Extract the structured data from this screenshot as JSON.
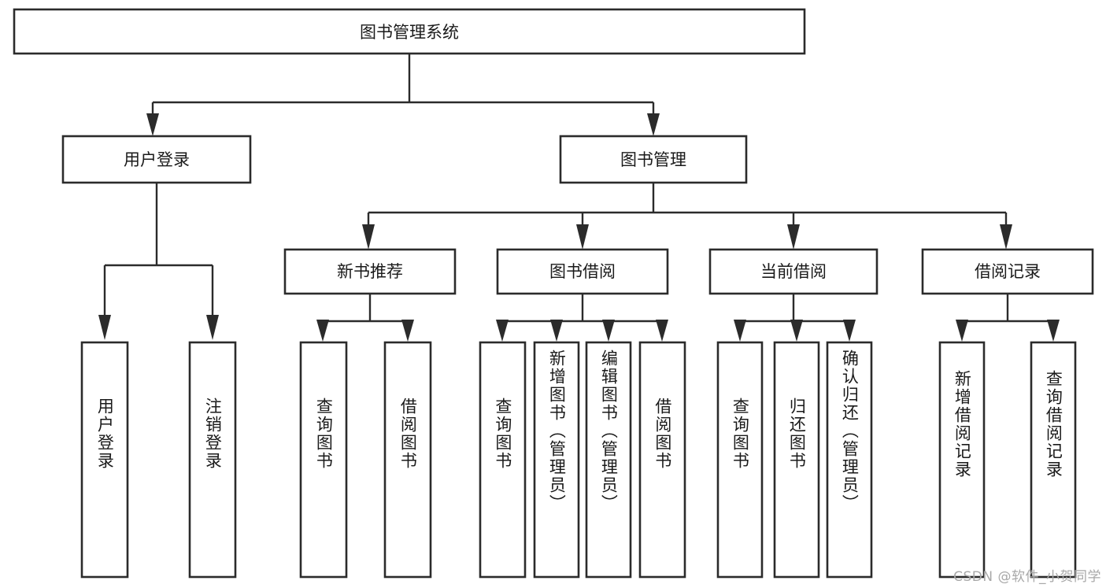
{
  "diagram": {
    "type": "tree-hierarchy",
    "title": "图书管理系统",
    "watermark": "CSDN @软件_小贺同学",
    "colors": {
      "box_stroke": "#2b2b2b",
      "box_fill": "#ffffff",
      "text": "#1a1a1a",
      "connector": "#2b2b2b",
      "background": "#ffffff",
      "watermark": "#a8a8a8"
    },
    "levels": {
      "root": {
        "label": "图书管理系统"
      },
      "level2": [
        {
          "label": "用户登录"
        },
        {
          "label": "图书管理"
        }
      ],
      "level3": [
        {
          "label": "新书推荐"
        },
        {
          "label": "图书借阅"
        },
        {
          "label": "当前借阅"
        },
        {
          "label": "借阅记录"
        }
      ]
    },
    "leaves": {
      "user_login": [
        {
          "label": "用户登录"
        },
        {
          "label": "注销登录"
        }
      ],
      "new_book_recommend": [
        {
          "label": "查询图书"
        },
        {
          "label": "借阅图书"
        }
      ],
      "book_borrow": [
        {
          "label": "查询图书"
        },
        {
          "label": "新增图书（管理员）"
        },
        {
          "label": "编辑图书（管理员）"
        },
        {
          "label": "借阅图书"
        }
      ],
      "current_borrow": [
        {
          "label": "查询图书"
        },
        {
          "label": "归还图书"
        },
        {
          "label": "确认归还（管理员）"
        }
      ],
      "borrow_record": [
        {
          "label": "新增借阅记录"
        },
        {
          "label": "查询借阅记录"
        }
      ]
    }
  }
}
